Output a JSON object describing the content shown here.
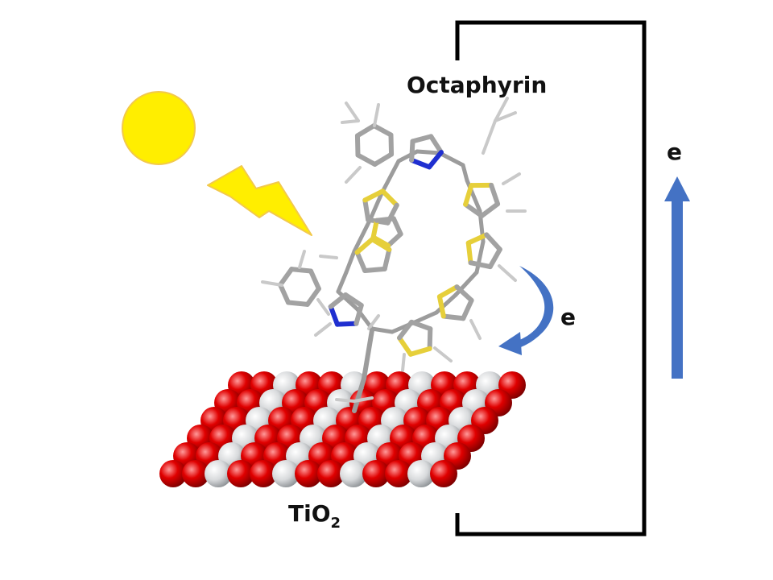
{
  "labels": {
    "molecule": "Octaphyrin",
    "substrate_main": "TiO",
    "substrate_sub": "2",
    "electron_circuit": "e",
    "electron_injection": "e"
  },
  "colors": {
    "sun": "#ffee00",
    "sun_edge": "#f2c94c",
    "bolt": "#ffee00",
    "arrow": "#4472c4",
    "oxygen": "#e00000",
    "titanium": "#d8dadc",
    "bond": "#9c9c9c",
    "nitrogen": "#1f2fd0",
    "sulfur": "#e6cf3a",
    "circuit": "#000000"
  },
  "icons": {
    "sun": "sun-icon",
    "light": "lightning-bolt-icon",
    "injection": "curved-arrow-icon",
    "current": "up-arrow-icon"
  }
}
